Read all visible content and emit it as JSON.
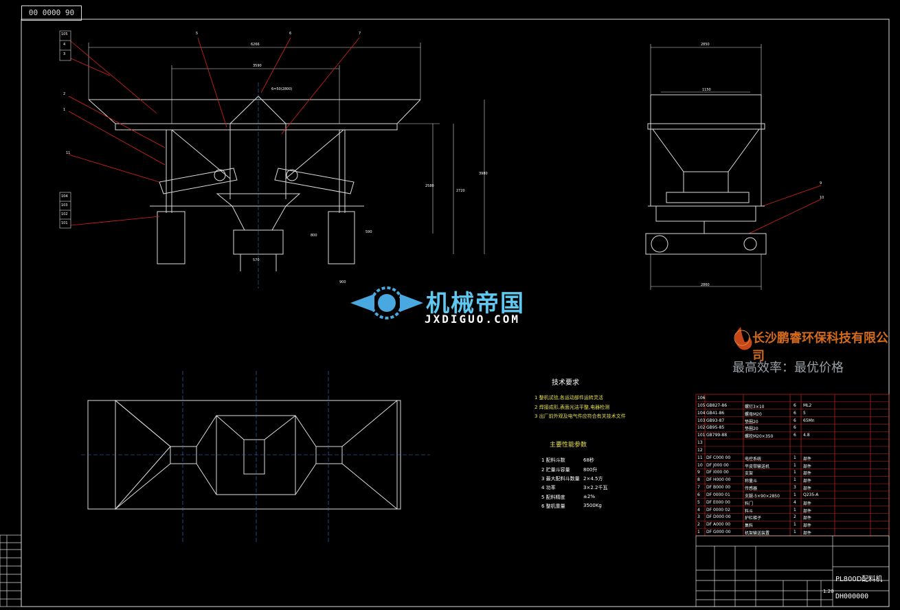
{
  "drawing_code": "00 0000 90",
  "brand": {
    "name": "机械帝国",
    "url": "JXDIGUO.COM"
  },
  "company": {
    "name": "长沙鹏睿环保科技有限公司",
    "slogan": "最高效率：最优价格"
  },
  "title_block": {
    "product": "PL800D配料机",
    "drawing_no": "DH000000",
    "scale": "1:20"
  },
  "tech_requirements": {
    "title": "技术要求",
    "items": [
      "1  整机试验,各运动部件运转灵活",
      "2  焊接成形,表面光洁平整,电器检测",
      "3  出厂前外观及电气件应符合有关技术文件"
    ]
  },
  "main_specs": {
    "title": "主要性能参数",
    "items": [
      {
        "label": "1  配料斗数",
        "value": "68秒"
      },
      {
        "label": "2  贮量斗容量",
        "value": "800升"
      },
      {
        "label": "3  最大配料斗数量",
        "value": "2×4.5方"
      },
      {
        "label": "4  功率",
        "value": "3×2.2千瓦"
      },
      {
        "label": "5  配料精度",
        "value": "±2%"
      },
      {
        "label": "6  整机重量",
        "value": "3500Kg"
      }
    ]
  },
  "bom": [
    {
      "no": "106",
      "code": "",
      "name": "",
      "qty": "",
      "mat": ""
    },
    {
      "no": "105",
      "code": "GB827-86",
      "name": "螺钉3×10",
      "qty": "6",
      "mat": "ML2"
    },
    {
      "no": "104",
      "code": "GB41-86",
      "name": "螺母M20",
      "qty": "6",
      "mat": "5"
    },
    {
      "no": "103",
      "code": "GB93-87",
      "name": "垫圈20",
      "qty": "6",
      "mat": "65Mn"
    },
    {
      "no": "102",
      "code": "GB95-85",
      "name": "垫圈20",
      "qty": "6",
      "mat": ""
    },
    {
      "no": "101",
      "code": "GB799-88",
      "name": "螺栓M20×350",
      "qty": "6",
      "mat": "4.8"
    },
    {
      "no": "13",
      "code": "",
      "name": "",
      "qty": "",
      "mat": ""
    },
    {
      "no": "12",
      "code": "",
      "name": "",
      "qty": "",
      "mat": ""
    },
    {
      "no": "11",
      "code": "DF C000 00",
      "name": "电控系统",
      "qty": "1",
      "mat": "部件"
    },
    {
      "no": "10",
      "code": "DF J000 00",
      "name": "平皮带输送机",
      "qty": "1",
      "mat": "部件"
    },
    {
      "no": "9",
      "code": "DF I000 00",
      "name": "支架",
      "qty": "1",
      "mat": "部件"
    },
    {
      "no": "8",
      "code": "DF H000 00",
      "name": "称量斗",
      "qty": "1",
      "mat": "部件"
    },
    {
      "no": "7",
      "code": "DF B000 00",
      "name": "传感器",
      "qty": "3",
      "mat": "部件"
    },
    {
      "no": "6",
      "code": "DF 0000 01",
      "name": "支腿-5×90×2850",
      "qty": "1",
      "mat": "Q235-A"
    },
    {
      "no": "5",
      "code": "DF E000 00",
      "name": "料门",
      "qty": "4",
      "mat": "部件"
    },
    {
      "no": "4",
      "code": "DF 0000 02",
      "name": "料斗",
      "qty": "1",
      "mat": "部件"
    },
    {
      "no": "3",
      "code": "DF D000 00",
      "name": "护栏梯子",
      "qty": "2",
      "mat": "部件"
    },
    {
      "no": "2",
      "code": "DF A000 00",
      "name": "集料",
      "qty": "1",
      "mat": "部件"
    },
    {
      "no": "1",
      "code": "DF G000 00",
      "name": "机架输送装置",
      "qty": "1",
      "mat": "部件"
    }
  ],
  "dimensions": {
    "top_overall": "6266",
    "top_inner": "3590",
    "slope_note": "6=50(2800)",
    "height_total": "3980",
    "height_mid": "2720",
    "height_low": "2580",
    "side_overall": "2850",
    "side_inner": "1150",
    "side_base": "2860",
    "legs_h1": "800",
    "legs_h2": "590",
    "base_w": "570",
    "base_w2": "900"
  },
  "callouts": {
    "front": [
      "105",
      "4",
      "3",
      "2",
      "1",
      "11",
      "104",
      "103",
      "102",
      "101"
    ],
    "top": [
      "5",
      "6",
      "7"
    ],
    "side": [
      "9",
      "10"
    ]
  }
}
